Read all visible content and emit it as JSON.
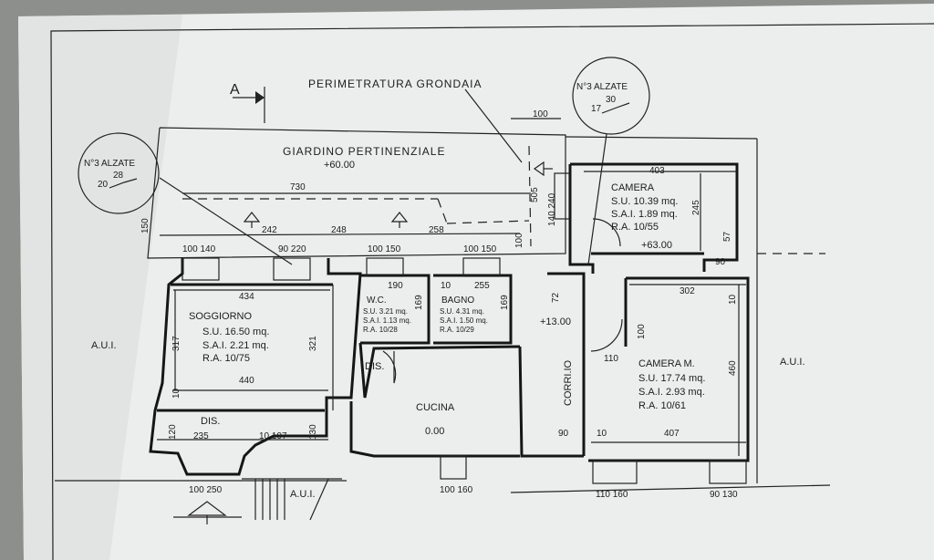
{
  "section_marker": "A",
  "titles": {
    "gutter": "PERIMETRATURA GRONDAIA",
    "garden": "GIARDINO PERTINENZIALE",
    "garden_level": "+60.00"
  },
  "alzate_left": {
    "title": "N°3 ALZATE",
    "rise": "28",
    "tread": "20"
  },
  "alzate_right": {
    "title": "N°3 ALZATE",
    "rise": "30",
    "tread": "17"
  },
  "adjacent_left": "A.U.I.",
  "adjacent_right": "A.U.I.",
  "adjacent_bottom": "A.U.I.",
  "rooms": {
    "soggiorno": {
      "name": "SOGGIORNO",
      "su": "S.U. 16.50 mq.",
      "sai": "S.A.I. 2.21 mq.",
      "ra": "R.A. 10/75"
    },
    "wc": {
      "name": "W.C.",
      "su": "S.U. 3.21 mq.",
      "sai": "S.A.I. 1.13 mq.",
      "ra": "R.A. 10/28"
    },
    "bagno": {
      "name": "BAGNO",
      "su": "S.U. 4.31 mq.",
      "sai": "S.A.I. 1.50 mq.",
      "ra": "R.A. 10/29"
    },
    "camera": {
      "name": "CAMERA",
      "su": "S.U. 10.39 mq.",
      "sai": "S.A.I. 1.89 mq.",
      "ra": "R.A. 10/55",
      "level": "+63.00"
    },
    "camera_m": {
      "name": "CAMERA M.",
      "su": "S.U. 17.74 mq.",
      "sai": "S.A.I. 2.93 mq.",
      "ra": "R.A. 10/61"
    },
    "cucina": {
      "name": "CUCINA",
      "level": "0.00"
    },
    "dis_top": "DIS.",
    "dis_bottom": "DIS.",
    "corridoio": "CORRI.IO",
    "level_corr": "+13.00"
  },
  "dims": {
    "d100_top": "100",
    "d730": "730",
    "d150": "150",
    "d242": "242",
    "d248": "248",
    "d258": "258",
    "d100v": "100",
    "d505": "505",
    "d140_240": "140 240",
    "d403": "403",
    "d245": "245",
    "d57": "57",
    "d90_r": "90",
    "w100_140": "100  140",
    "w90_220": "90  220",
    "w100_150a": "100  150",
    "w100_150b": "100  150",
    "d434": "434",
    "d317": "317",
    "d321": "321",
    "d440": "440",
    "d10_l": "10",
    "d190": "190",
    "d169a": "169",
    "d10_b": "10",
    "d255": "255",
    "d169b": "169",
    "d72": "72",
    "d302": "302",
    "d10_r": "10",
    "d100_c": "100",
    "d110": "110",
    "d460": "460",
    "d120": "120",
    "d235": "235",
    "d10_197": "10   197",
    "d130": "130",
    "d90_c": "90",
    "d10_407": "10",
    "d407": "407",
    "w100_250": "100  250",
    "w100_160": "100  160",
    "w110_160": "110  160",
    "w90_130": "90  130"
  }
}
